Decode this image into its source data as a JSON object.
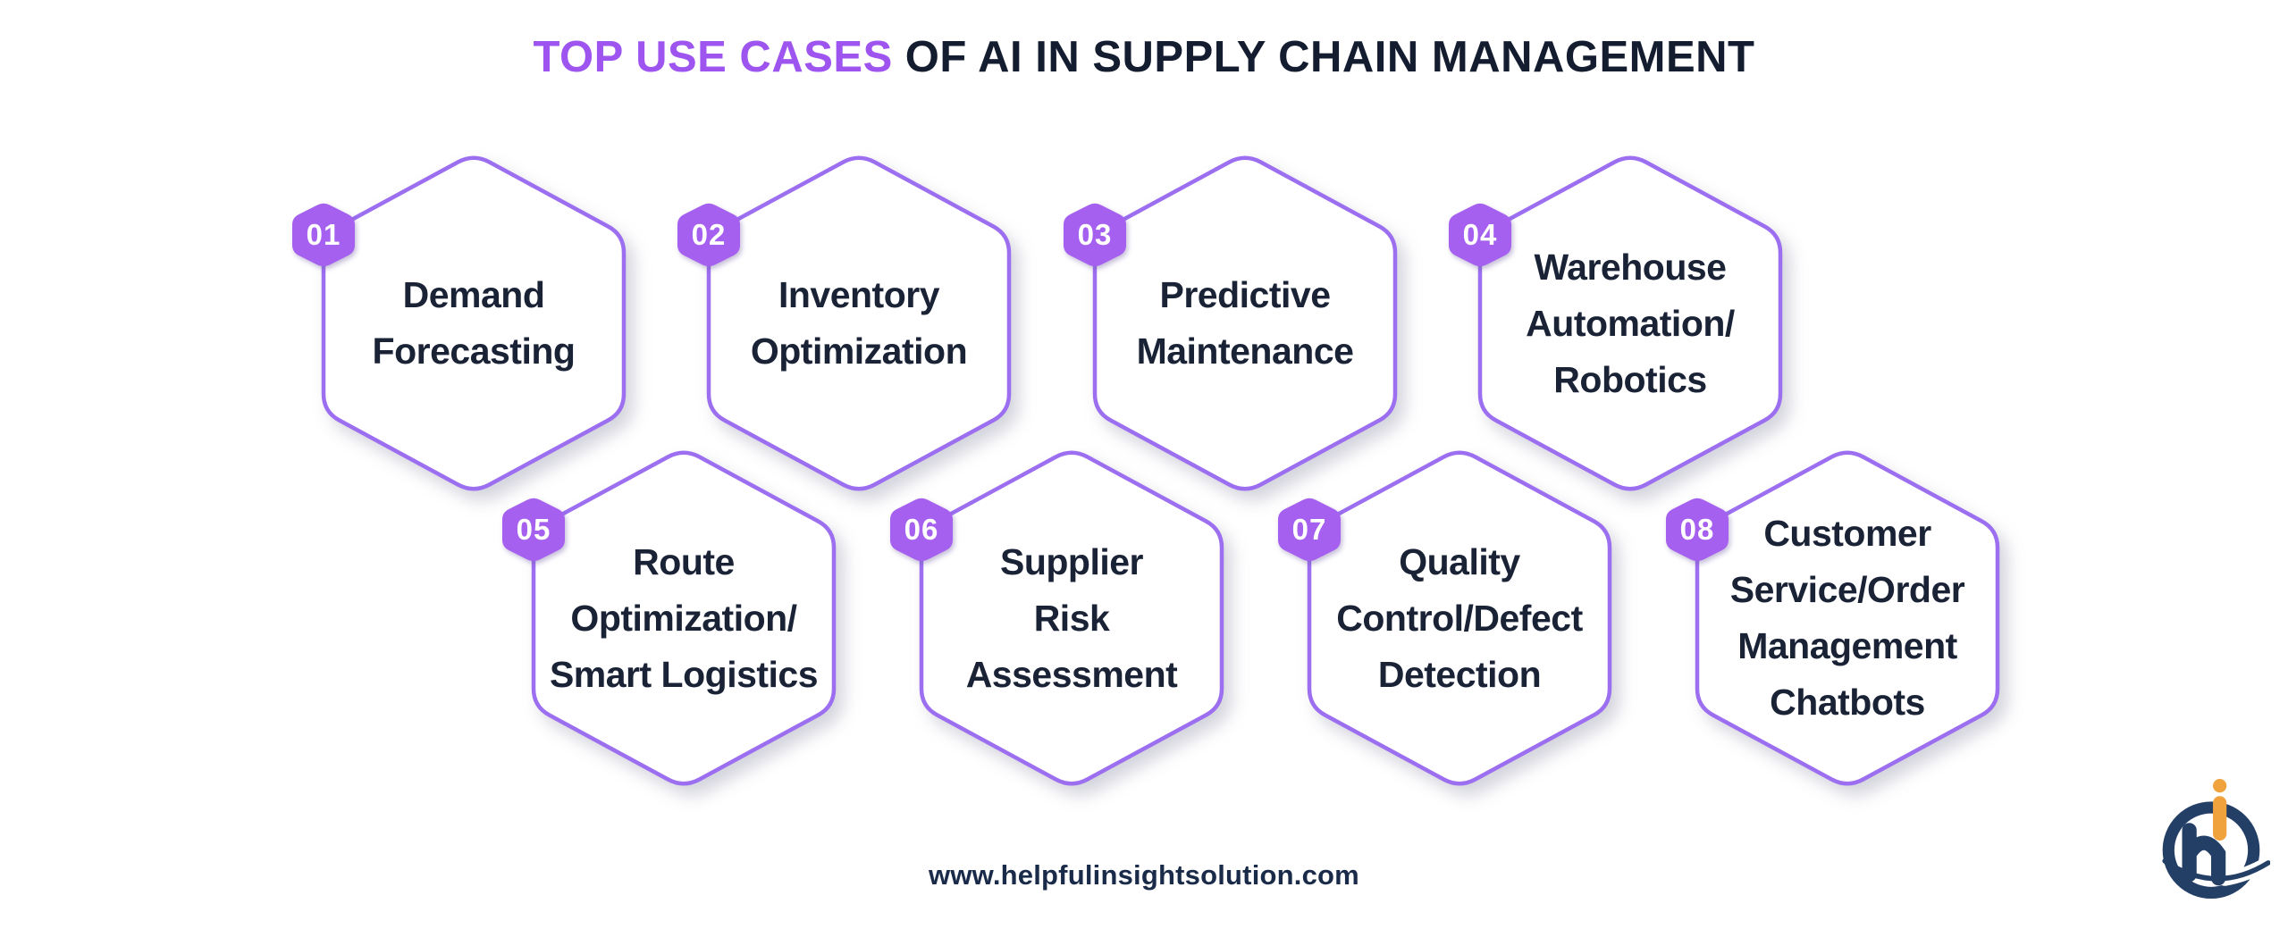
{
  "title": {
    "highlight": "TOP USE CASES",
    "rest": "OF AI IN SUPPLY CHAIN MANAGEMENT"
  },
  "use_cases": [
    {
      "number": "01",
      "lines": [
        "Demand",
        "Forecasting"
      ]
    },
    {
      "number": "02",
      "lines": [
        "Inventory",
        "Optimization"
      ]
    },
    {
      "number": "03",
      "lines": [
        "Predictive",
        "Maintenance"
      ]
    },
    {
      "number": "04",
      "lines": [
        "Warehouse",
        "Automation/",
        "Robotics"
      ]
    },
    {
      "number": "05",
      "lines": [
        "Route",
        "Optimization/",
        "Smart Logistics"
      ]
    },
    {
      "number": "06",
      "lines": [
        "Supplier",
        "Risk",
        "Assessment"
      ]
    },
    {
      "number": "07",
      "lines": [
        "Quality",
        "Control/Defect",
        "Detection"
      ]
    },
    {
      "number": "08",
      "lines": [
        "Customer",
        "Service/Order",
        "Management",
        "Chatbots"
      ]
    }
  ],
  "footer": {
    "website": "www.helpfulinsightsolution.com"
  },
  "logo": {
    "monogram": "hi"
  },
  "colors": {
    "accent": "#9e55f0",
    "title_ink": "#141d30",
    "ink": "#1a2236",
    "hex_stroke": "#9c6ef0",
    "badge_fill": "#a560ef",
    "footer_ink": "#1a2b4a",
    "logo_navy": "#243f66",
    "logo_orange": "#f0a23c"
  }
}
